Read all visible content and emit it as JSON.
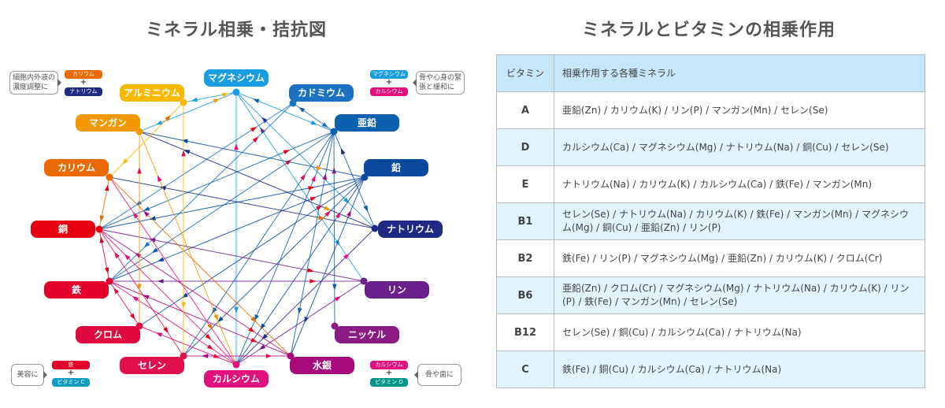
{
  "left_title": "ミネラル相乗・拮抗図",
  "right_title": "ミネラルとビタミンの相乗作用",
  "nodes": [
    {
      "id": "mg",
      "label": "マグネシウム",
      "color": "#1a9de0"
    },
    {
      "id": "cd",
      "label": "カドミウム",
      "color": "#1b72c2"
    },
    {
      "id": "zn",
      "label": "亜鉛",
      "color": "#0d60ae"
    },
    {
      "id": "pb",
      "label": "鉛",
      "color": "#0a4a9c"
    },
    {
      "id": "na",
      "label": "ナトリウム",
      "color": "#1e2a84"
    },
    {
      "id": "p",
      "label": "リン",
      "color": "#6a1f8c"
    },
    {
      "id": "ni",
      "label": "ニッケル",
      "color": "#8b1a82"
    },
    {
      "id": "hg",
      "label": "水銀",
      "color": "#a80a7c"
    },
    {
      "id": "ca",
      "label": "カルシウム",
      "color": "#e0107c"
    },
    {
      "id": "se",
      "label": "セレン",
      "color": "#e0104f"
    },
    {
      "id": "cr",
      "label": "クロム",
      "color": "#e00a40"
    },
    {
      "id": "fe",
      "label": "鉄",
      "color": "#e3002a"
    },
    {
      "id": "cu",
      "label": "銅",
      "color": "#e60012"
    },
    {
      "id": "k",
      "label": "カリウム",
      "color": "#e86a00"
    },
    {
      "id": "mn",
      "label": "マンガン",
      "color": "#f39800"
    },
    {
      "id": "al",
      "label": "アルミニウム",
      "color": "#f8b800"
    }
  ],
  "edges": [
    [
      "mg",
      "ca"
    ],
    [
      "mg",
      "al"
    ],
    [
      "mg",
      "mn"
    ],
    [
      "mg",
      "zn"
    ],
    [
      "mg",
      "p"
    ],
    [
      "mg",
      "na"
    ],
    [
      "cd",
      "zn"
    ],
    [
      "cd",
      "cu"
    ],
    [
      "cd",
      "fe"
    ],
    [
      "zn",
      "cu"
    ],
    [
      "zn",
      "fe"
    ],
    [
      "zn",
      "ca"
    ],
    [
      "zn",
      "ni"
    ],
    [
      "zn",
      "hg"
    ],
    [
      "zn",
      "na"
    ],
    [
      "zn",
      "se"
    ],
    [
      "pb",
      "mn"
    ],
    [
      "pb",
      "fe"
    ],
    [
      "pb",
      "cu"
    ],
    [
      "pb",
      "ca"
    ],
    [
      "pb",
      "se"
    ],
    [
      "pb",
      "cr"
    ],
    [
      "pb",
      "hg"
    ],
    [
      "na",
      "k"
    ],
    [
      "na",
      "mn"
    ],
    [
      "na",
      "ca"
    ],
    [
      "p",
      "cu"
    ],
    [
      "p",
      "fe"
    ],
    [
      "p",
      "ca"
    ],
    [
      "hg",
      "se"
    ],
    [
      "hg",
      "fe"
    ],
    [
      "hg",
      "cu"
    ],
    [
      "ca",
      "cu"
    ],
    [
      "ca",
      "fe"
    ],
    [
      "ca",
      "k"
    ],
    [
      "ca",
      "cr"
    ],
    [
      "se",
      "cu"
    ],
    [
      "cr",
      "fe"
    ],
    [
      "fe",
      "cu"
    ],
    [
      "k",
      "cu"
    ],
    [
      "k",
      "hg"
    ],
    [
      "mn",
      "cr"
    ],
    [
      "mn",
      "ca"
    ],
    [
      "al",
      "k"
    ],
    [
      "al",
      "se"
    ]
  ],
  "notes": {
    "tl": {
      "text": "細胞内外液の濃度調整に",
      "a": "カリウム",
      "b": "ナトリウム",
      "plus": "+"
    },
    "tr": {
      "text": "骨や心身の緊張と緩和に",
      "a": "マグネシウム",
      "b": "カルシウム",
      "plus": "+"
    },
    "bl": {
      "text": "美容に",
      "a": "鉄",
      "b": "ビタミン C",
      "plus": "+"
    },
    "br": {
      "text": "骨や歯に",
      "a": "カルシウム",
      "b": "ビタミン D",
      "plus": "+"
    }
  },
  "table": {
    "headers": [
      "ビタミン",
      "相乗作用する各種ミネラル"
    ],
    "rows": [
      [
        "A",
        "亜鉛(Zn) / カリウム(K) / リン(P) / マンガン(Mn) / セレン(Se)"
      ],
      [
        "D",
        "カルシウム(Ca) / マグネシウム(Mg) / ナトリウム(Na) / 銅(Cu) / セレン(Se)"
      ],
      [
        "E",
        "ナトリウム(Na) / カリウム(K) / カルシウム(Ca) / 鉄(Fe) / マンガン(Mn)"
      ],
      [
        "B1",
        "セレン(Se) / ナトリウム(Na) / カリウム(K) / 鉄(Fe) / マンガン(Mn) / マグネシウム(Mg) / 銅(Cu) / 亜鉛(Zn) / リン(P)"
      ],
      [
        "B2",
        "鉄(Fe) / リン(P) / マグネシウム(Mg) / 亜鉛(Zn) / カリウム(K) / クロム(Cr)"
      ],
      [
        "B6",
        "亜鉛(Zn) / クロム(Cr) / マグネシウム(Mg) / ナトリウム(Na) / カリウム(K) / リン(P) / 鉄(Fe) / マンガン(Mn) / セレン(Se)"
      ],
      [
        "B12",
        "セレン(Se) / 銅(Cu) / カルシウム(Ca) / ナトリウム(Na)"
      ],
      [
        "C",
        "鉄(Fe) / 銅(Cu) / カルシウム(Ca) / ナトリウム(Na)"
      ]
    ]
  }
}
